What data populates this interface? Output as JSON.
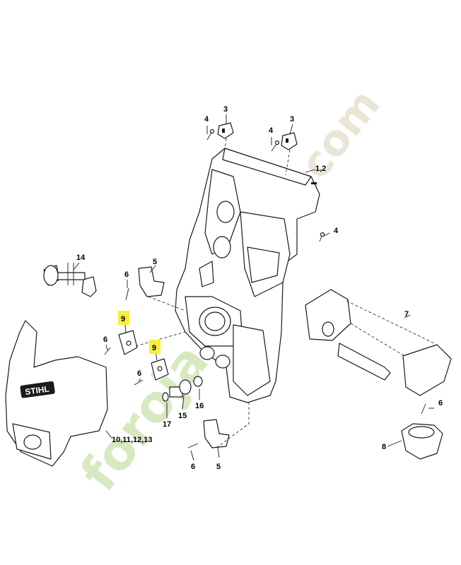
{
  "callouts": {
    "c1_2": "1,2",
    "c3a": "3",
    "c3b": "3",
    "c4a": "4",
    "c4b": "4",
    "c4c": "4",
    "c5a": "5",
    "c5b": "5",
    "c6a": "6",
    "c6b": "6",
    "c6c": "6",
    "c6d": "6",
    "c6e": "6",
    "c7": "7",
    "c8": "8",
    "c9a": "9",
    "c9b": "9",
    "c10_13": "10,11,12,13",
    "c14": "14",
    "c15": "15",
    "c16": "16",
    "c17": "17"
  },
  "cover": {
    "brand": "STIHL"
  },
  "watermark": {
    "text_a": "forojardin",
    "text_b": ".com"
  },
  "colors": {
    "highlight": "#f7ef3a",
    "line": "#1a1a1a",
    "watermark_green": "#b8d890",
    "watermark_beige": "#d8d2b6"
  }
}
